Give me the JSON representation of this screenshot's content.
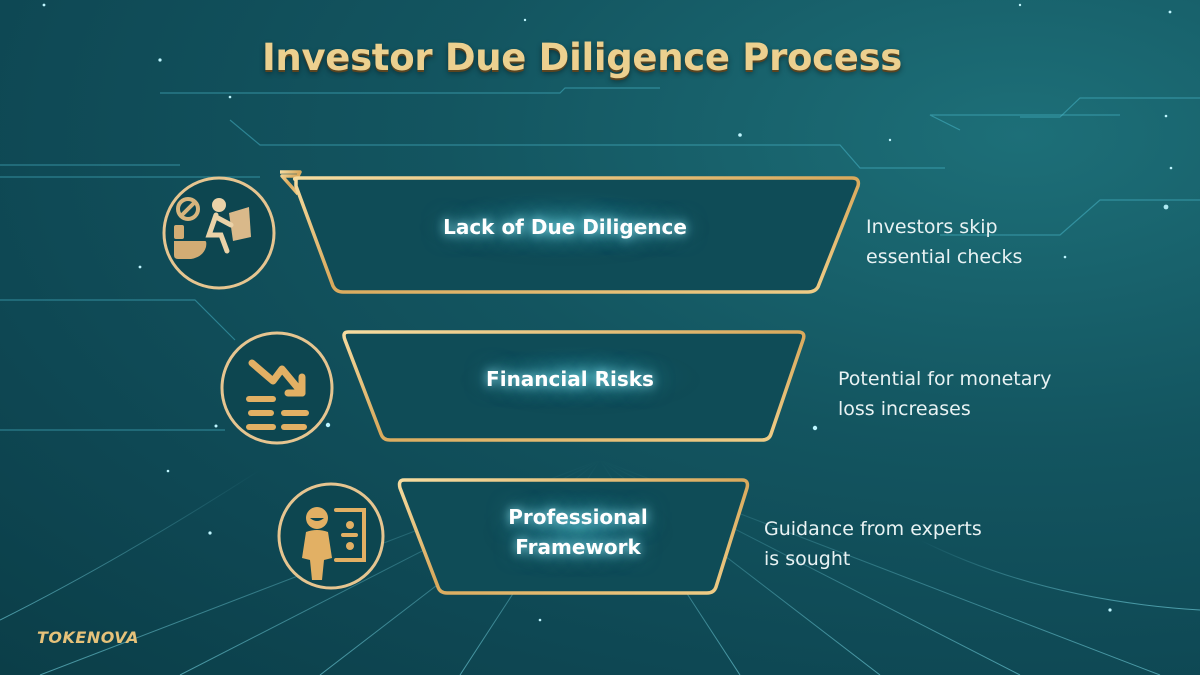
{
  "title": "Investor Due Diligence Process",
  "brand": "TOKENOVA",
  "colors": {
    "background": "#135560",
    "gold": "#e6c27a",
    "title_gold": "#ecd08f",
    "stage_fill": "#0f4c57",
    "label_white": "#ffffff",
    "glow_cyan": "#8fe8f5"
  },
  "stages": [
    {
      "label": "Lack of Due Diligence",
      "description_line1": "Investors skip",
      "description_line2": "essential checks",
      "icon": "no-diligence-icon"
    },
    {
      "label": "Financial Risks",
      "description_line1": "Potential for monetary",
      "description_line2": "loss increases",
      "icon": "declining-chart-icon"
    },
    {
      "label_line1": "Professional",
      "label_line2": "Framework",
      "description_line1": "Guidance from experts",
      "description_line2": "is sought",
      "icon": "expert-presenter-icon"
    }
  ]
}
